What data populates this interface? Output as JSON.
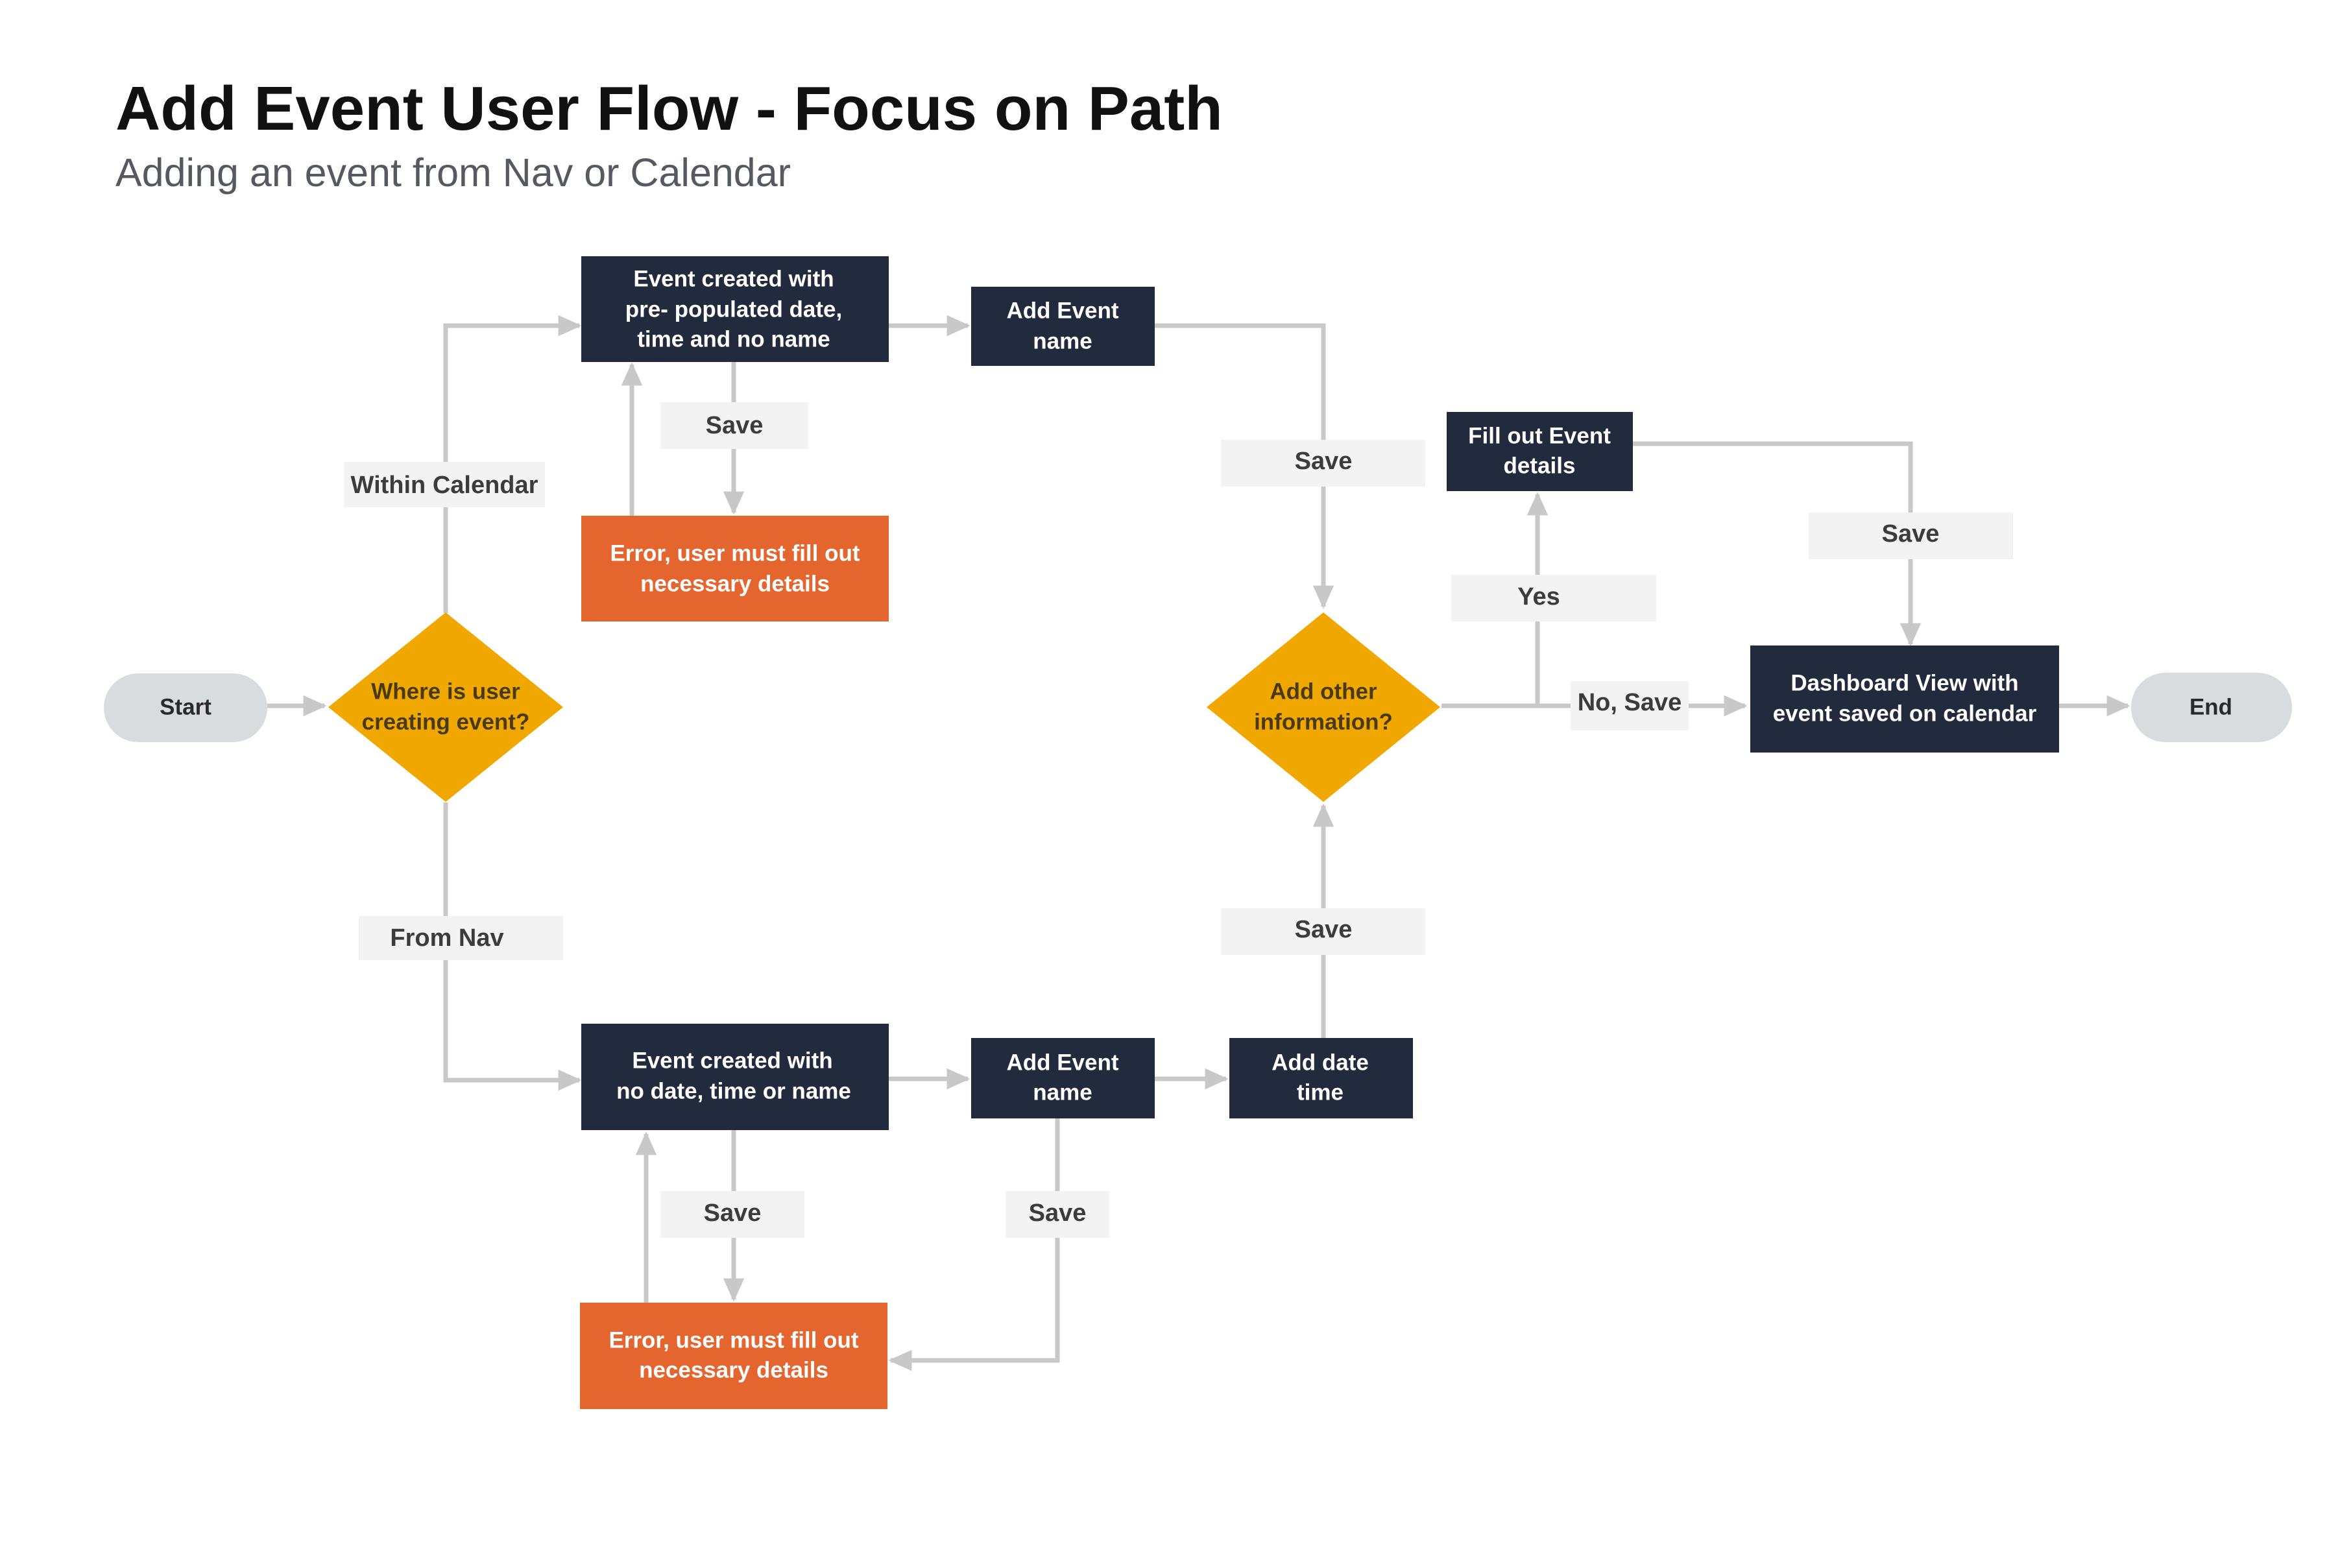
{
  "title": "Add Event User Flow - Focus on Path",
  "subtitle": "Adding an event from Nav or Calendar",
  "colors": {
    "dark_box": "#222a3d",
    "error_box": "#e5652f",
    "decision": "#f0a800",
    "terminal": "#d9dcdf",
    "connector": "#c8c8c8",
    "label_bg": "#f3f3f3",
    "text_light": "#ffffff",
    "text_dark": "#2a2a2a"
  },
  "nodes": {
    "start": {
      "type": "terminal",
      "lines": [
        "Start"
      ]
    },
    "decision_where": {
      "type": "decision",
      "lines": [
        "Where is user",
        "creating event?"
      ]
    },
    "cal_event_created": {
      "type": "process",
      "lines": [
        "Event created with",
        "pre- populated date,",
        "time and no name"
      ]
    },
    "cal_add_name": {
      "type": "process",
      "lines": [
        "Add Event",
        "name"
      ]
    },
    "cal_error": {
      "type": "error",
      "lines": [
        "Error, user must fill out",
        "necessary details"
      ]
    },
    "nav_event_created": {
      "type": "process",
      "lines": [
        "Event created with",
        "no date, time or name"
      ]
    },
    "nav_add_name": {
      "type": "process",
      "lines": [
        "Add Event",
        "name"
      ]
    },
    "nav_add_datetime": {
      "type": "process",
      "lines": [
        "Add date",
        "time"
      ]
    },
    "nav_error": {
      "type": "error",
      "lines": [
        "Error, user must fill out",
        "necessary details"
      ]
    },
    "decision_other": {
      "type": "decision",
      "lines": [
        "Add other",
        "information?"
      ]
    },
    "fill_details": {
      "type": "process",
      "lines": [
        "Fill out Event",
        "details"
      ]
    },
    "dashboard": {
      "type": "process",
      "lines": [
        "Dashboard View with",
        "event saved on calendar"
      ]
    },
    "end": {
      "type": "terminal",
      "lines": [
        "End"
      ]
    }
  },
  "labels": {
    "within_calendar": "Within Calendar",
    "from_nav": "From Nav",
    "save_cal_error": "Save",
    "save_cal_name": "Save",
    "yes": "Yes",
    "no_save": "No, Save",
    "save_details": "Save",
    "save_datetime": "Save",
    "save_nav_error": "Save",
    "save_nav_name": "Save"
  }
}
